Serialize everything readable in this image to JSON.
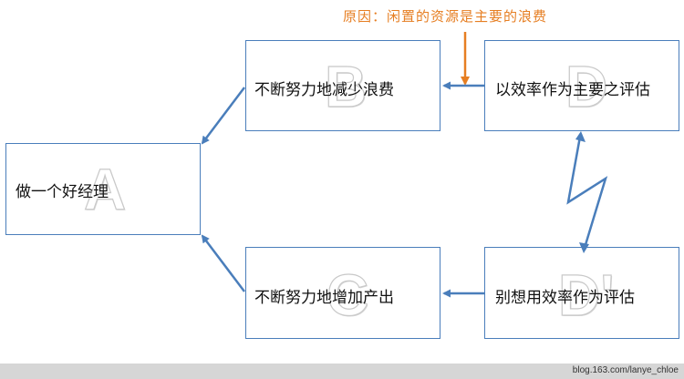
{
  "annotation": "原因：闲置的资源是主要的浪费",
  "boxes": {
    "a": {
      "letter": "A",
      "label": "做一个好经理"
    },
    "b": {
      "letter": "B",
      "label": "不断努力地减少浪费"
    },
    "c": {
      "letter": "C",
      "label": "不断努力地增加产出"
    },
    "d": {
      "letter": "D",
      "label": "以效率作为主要之评估"
    },
    "d_prime": {
      "letter": "D'",
      "label": "别想用效率作为评估"
    }
  },
  "colors": {
    "box_border": "#4a7ebb",
    "arrow": "#4a7ebb",
    "annotation": "#e67e22"
  },
  "footer": {
    "credit": "blog.163.com/lanye_chloe"
  }
}
